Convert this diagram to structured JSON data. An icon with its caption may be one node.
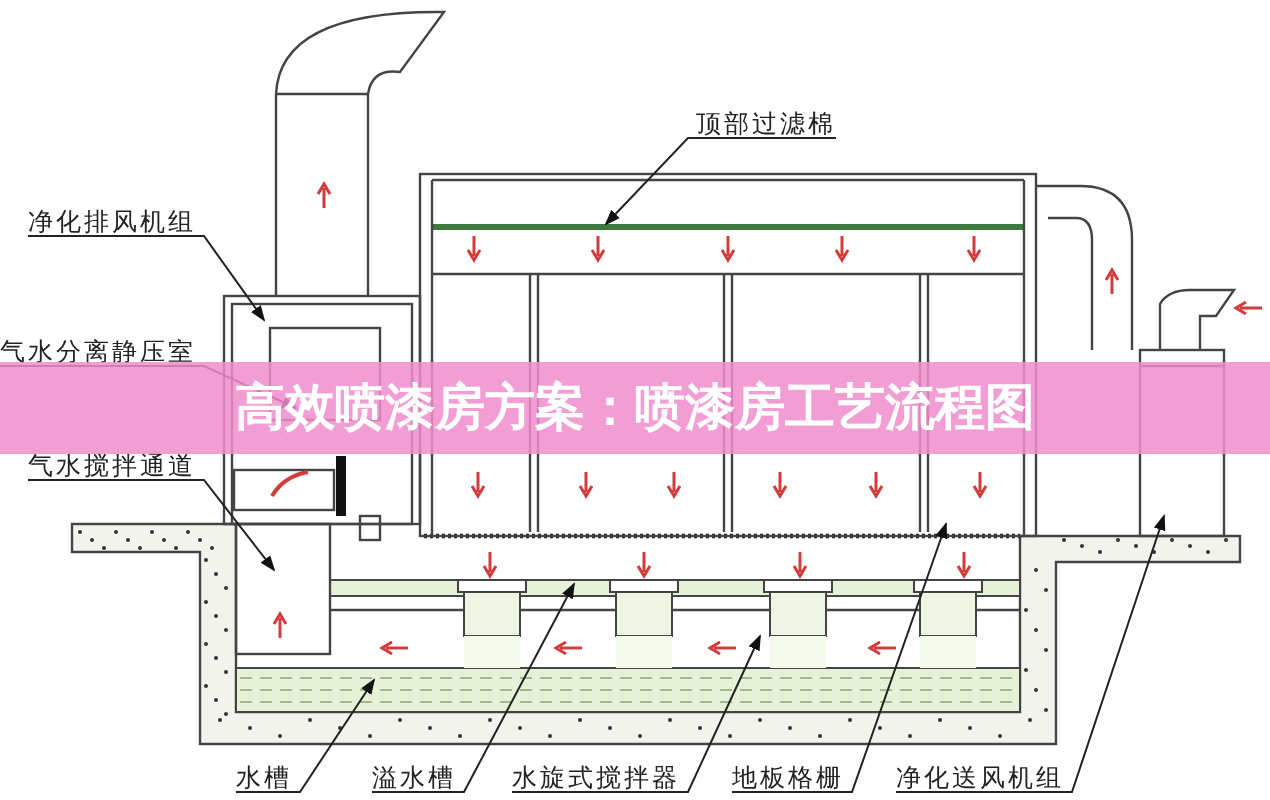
{
  "diagram": {
    "title": "高效喷漆房方案：喷漆房工艺流程图",
    "nodes": [
      {
        "text": [
          "净化排风机组"
        ]
      },
      {
        "text": [
          "顶部过滤棉"
        ]
      },
      {
        "text": [
          "气水分离静压室"
        ]
      },
      {
        "text": [
          "气水搅拌通道"
        ]
      },
      {
        "text": [
          "水槽"
        ]
      },
      {
        "text": [
          "溢水槽"
        ]
      },
      {
        "text": [
          "水旋式搅拌器"
        ]
      },
      {
        "text": [
          "地板格栅"
        ]
      },
      {
        "text": [
          "净化送风机组"
        ]
      }
    ],
    "edges": [
      {
        "from": 0,
        "to": null,
        "arrow": "to"
      },
      {
        "from": 1,
        "to": null,
        "arrow": "to"
      },
      {
        "from": 2,
        "to": null,
        "arrow": "to"
      },
      {
        "from": 3,
        "to": null,
        "arrow": "to"
      },
      {
        "from": 4,
        "to": null,
        "arrow": "to"
      },
      {
        "from": 5,
        "to": null,
        "arrow": "to"
      },
      {
        "from": 6,
        "to": null,
        "arrow": "to"
      },
      {
        "from": 7,
        "to": null,
        "arrow": "to"
      },
      {
        "from": 8,
        "to": null,
        "arrow": "to"
      }
    ]
  }
}
